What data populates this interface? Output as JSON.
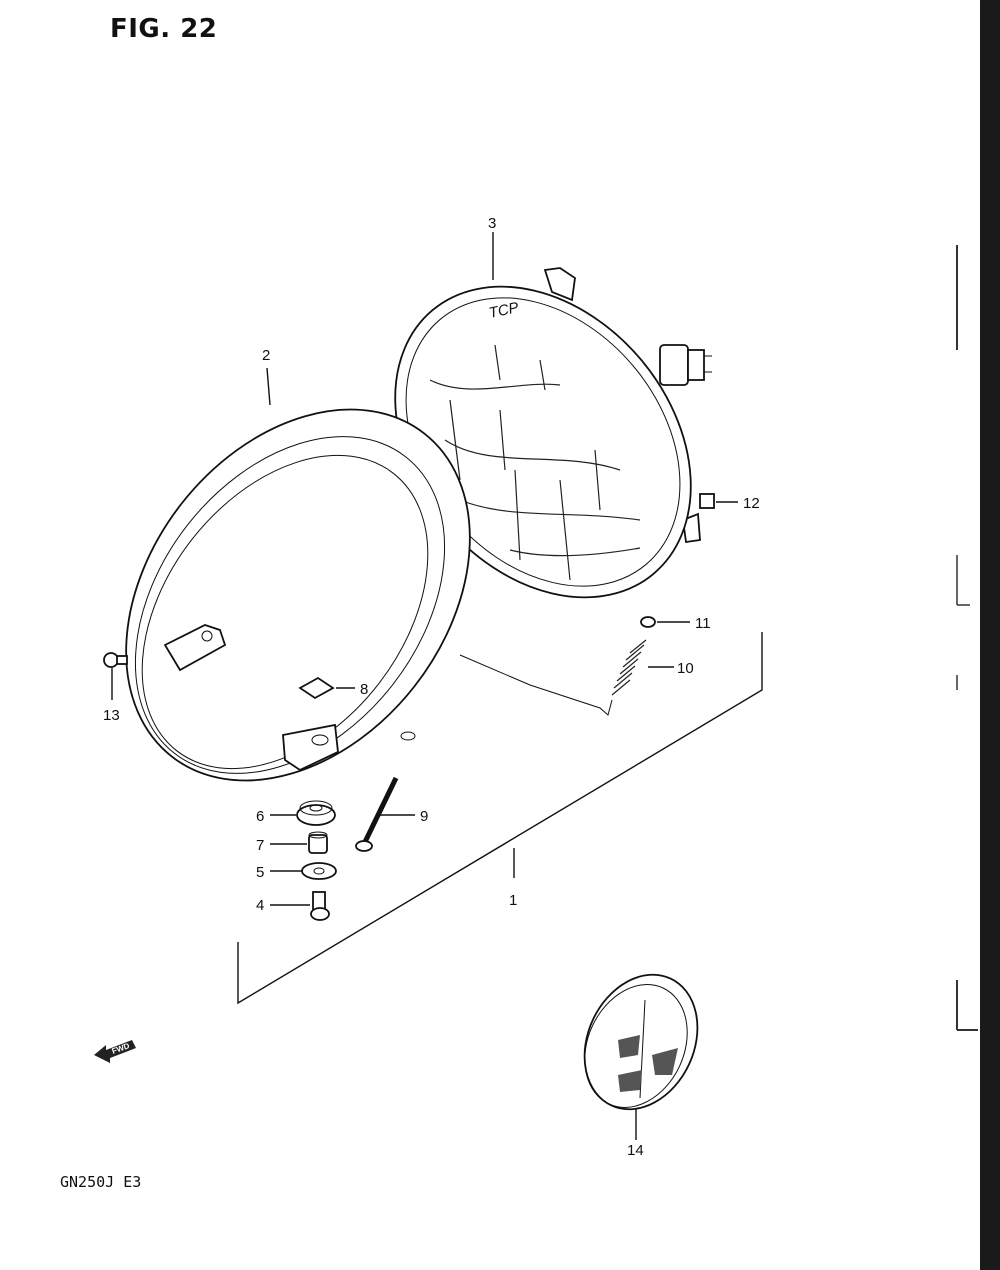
{
  "figure": {
    "title": "FIG. 22",
    "model_code": "GN250J  E3",
    "fwd_marker": "FWD"
  },
  "callouts": [
    {
      "id": "1",
      "label": "1"
    },
    {
      "id": "2",
      "label": "2"
    },
    {
      "id": "3",
      "label": "3"
    },
    {
      "id": "4",
      "label": "4"
    },
    {
      "id": "5",
      "label": "5"
    },
    {
      "id": "6",
      "label": "6"
    },
    {
      "id": "7",
      "label": "7"
    },
    {
      "id": "8",
      "label": "8"
    },
    {
      "id": "9",
      "label": "9"
    },
    {
      "id": "10",
      "label": "10"
    },
    {
      "id": "11",
      "label": "11"
    },
    {
      "id": "12",
      "label": "12"
    },
    {
      "id": "13",
      "label": "13"
    },
    {
      "id": "14",
      "label": "14"
    }
  ]
}
